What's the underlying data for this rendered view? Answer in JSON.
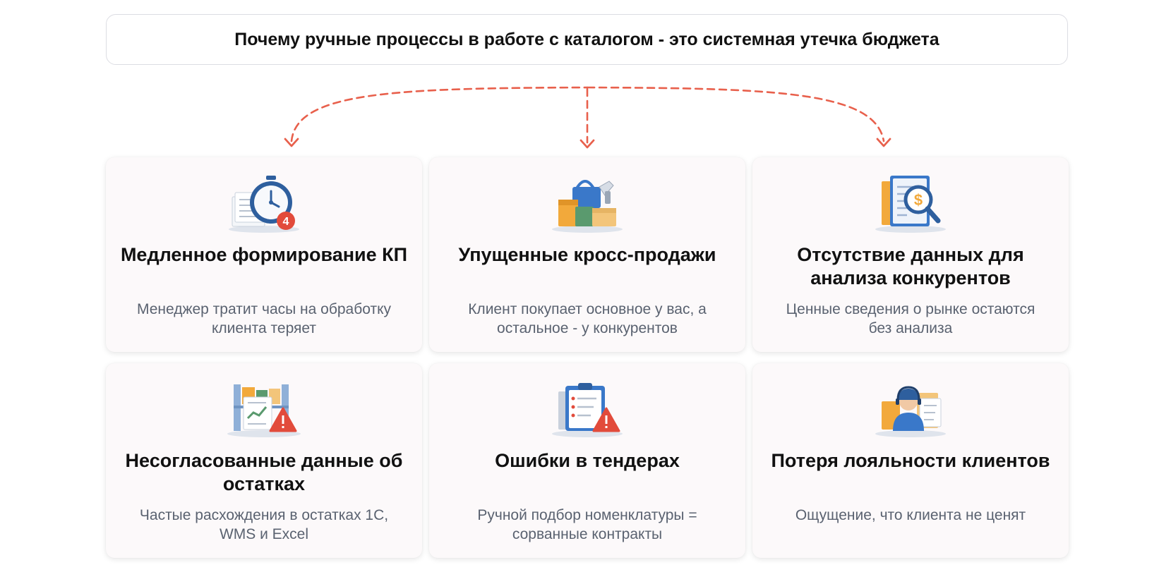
{
  "title": "Почему ручные процессы в работе с каталогом - это системная утечка бюджета",
  "cards": [
    {
      "title": "Медленное формирование КП",
      "text": "Менеджер тратит часы на обработку клиента теряет",
      "icon": "stopwatch-documents-icon",
      "badge": "4"
    },
    {
      "title": "Упущенные кросс-продажи",
      "text": "Клиент покупает основное у вас, а остальное - у конкурентов",
      "icon": "shopping-boxes-icon"
    },
    {
      "title": "Отсутствие данных для анализа конкурентов",
      "text": "Ценные сведения о рынке остаются без анализа",
      "icon": "magnifier-dollar-report-icon"
    },
    {
      "title": "Несогласованные данные об остатках",
      "text": "Частые расхождения в остатках 1С, WMS и Excel",
      "icon": "warehouse-warning-icon"
    },
    {
      "title": "Ошибки в тендерах",
      "text": "Ручной подбор номенклатуры = сорванные контракты",
      "icon": "clipboard-warning-icon"
    },
    {
      "title": "Потеря лояльности клиентов",
      "text": "Ощущение, что клиента не ценят",
      "icon": "customer-support-icon"
    }
  ],
  "colors": {
    "arrow": "#e8604c",
    "warning": "#e24b3b",
    "primary": "#3a78c9",
    "accent": "#f2a93b"
  }
}
